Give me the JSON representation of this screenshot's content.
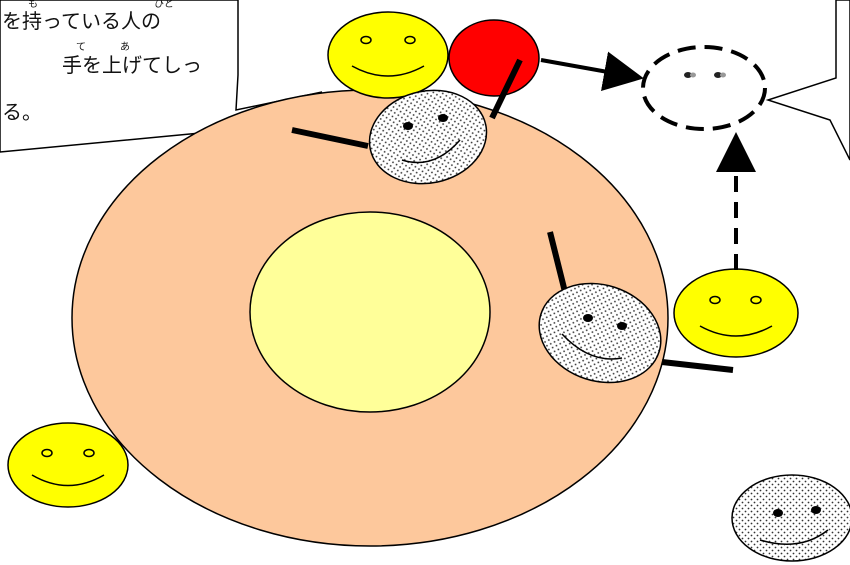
{
  "callout_left": {
    "lines": [
      "を持っている人の",
      "手を上げてしっ",
      "る。"
    ],
    "furigana": [
      "も",
      "ひと",
      "て",
      "あ"
    ]
  },
  "callout_right": {
    "lines": []
  },
  "colors": {
    "group_circle": "#FDC89C",
    "inner_circle": "#FFFF99",
    "smiley_yellow": "#FFFF00",
    "red_ball": "#FF0000",
    "outline": "#000000"
  },
  "icons": [
    "smiley-face-icon",
    "dotted-smiley-face-icon",
    "red-ball-icon",
    "dashed-ghost-face-icon"
  ]
}
